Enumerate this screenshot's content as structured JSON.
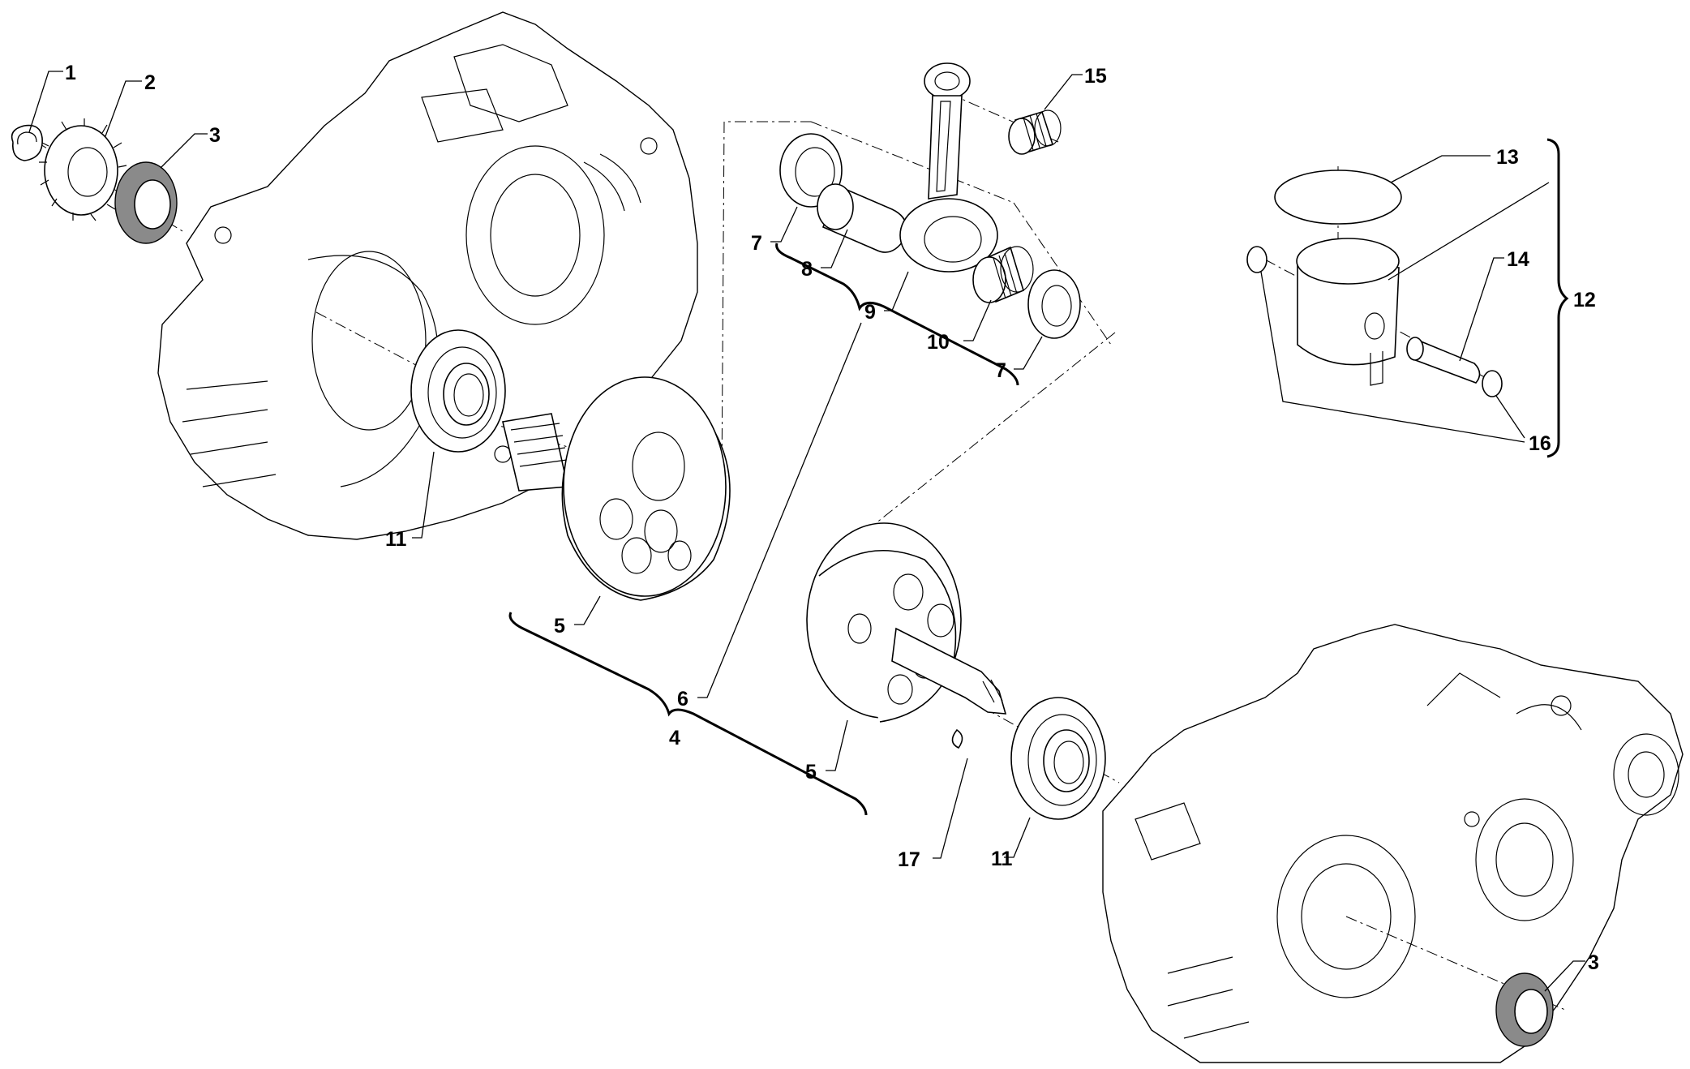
{
  "diagram": {
    "labels": {
      "l1": "1",
      "l2": "2",
      "l3a": "3",
      "l3b": "3",
      "l4": "4",
      "l5a": "5",
      "l5b": "5",
      "l6": "6",
      "l7a": "7",
      "l7b": "7",
      "l8": "8",
      "l9": "9",
      "l10": "10",
      "l11a": "11",
      "l11b": "11",
      "l12": "12",
      "l13": "13",
      "l14": "14",
      "l15": "15",
      "l16": "16",
      "l17": "17"
    },
    "colors": {
      "line": "#000000",
      "seal_fill": "#8a8a8a",
      "background": "#ffffff"
    }
  }
}
